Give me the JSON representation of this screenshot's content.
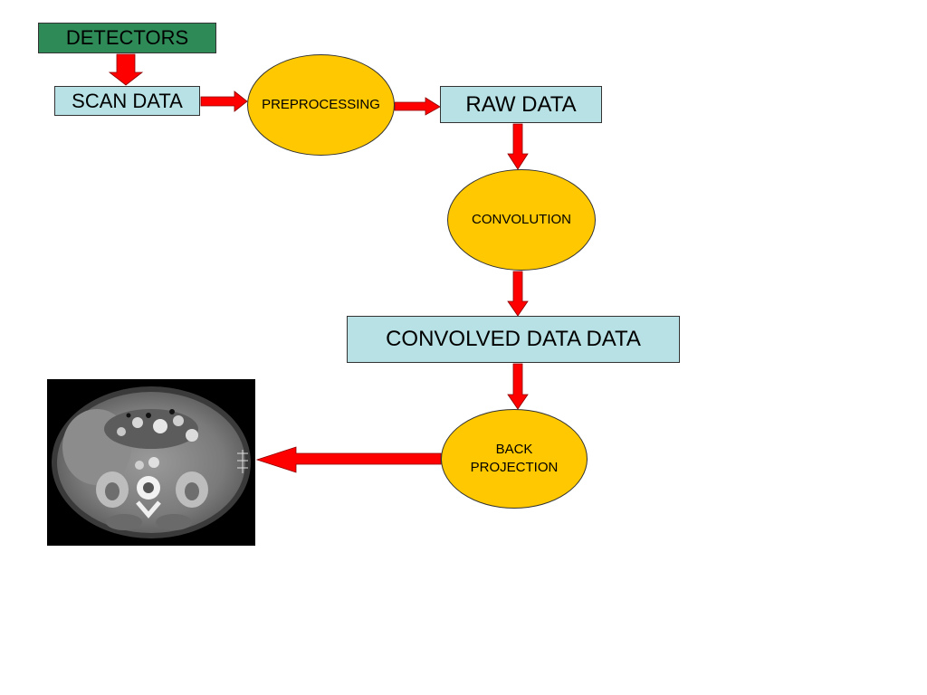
{
  "colors": {
    "source_box": "#2e8b57",
    "data_box": "#b7e1e4",
    "process_ellipse": "#ffc800",
    "arrow": "#ff0000",
    "outline": "#333333",
    "ct_background": "#000000"
  },
  "nodes": {
    "detectors": "DETECTORS",
    "scan_data": "SCAN DATA",
    "preprocessing": "PREPROCESSING",
    "raw_data": "RAW DATA",
    "convolution": "CONVOLUTION",
    "convolved_data": "CONVOLVED DATA DATA",
    "back_projection_line1": "BACK",
    "back_projection_line2": "PROJECTION"
  },
  "flow": [
    [
      "detectors",
      "scan_data"
    ],
    [
      "scan_data",
      "preprocessing"
    ],
    [
      "preprocessing",
      "raw_data"
    ],
    [
      "raw_data",
      "convolution"
    ],
    [
      "convolution",
      "convolved_data"
    ],
    [
      "convolved_data",
      "back_projection"
    ],
    [
      "back_projection",
      "ct_image"
    ]
  ]
}
